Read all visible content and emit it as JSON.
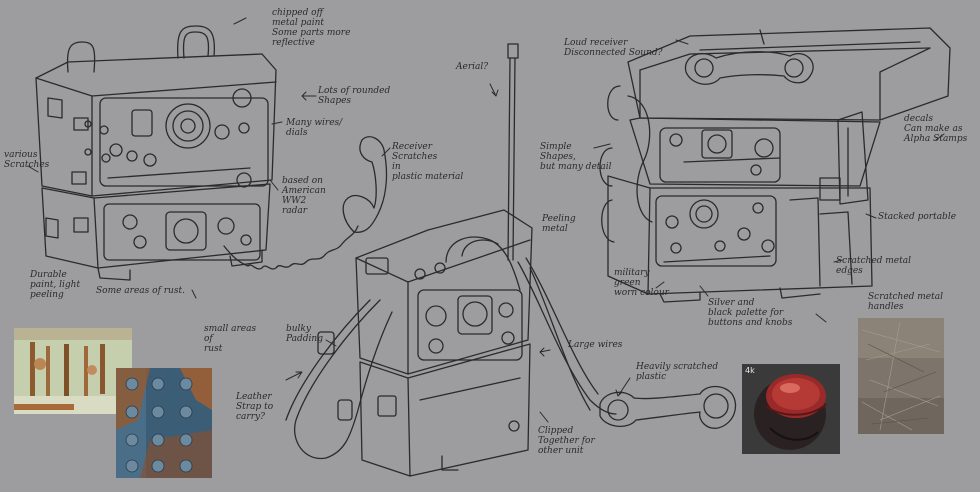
{
  "colors": {
    "background": "#9d9d9f",
    "ink": "#2b2b2d",
    "military_green": "#c9d2ae",
    "rust": "#a85a2a",
    "steel_blue": "#3d5f78",
    "leather_red": "#9a2a2a"
  },
  "notes": {
    "chipped": "chipped off\nmetal paint\nSome parts more\nreflective",
    "rounded": "Lots of rounded\nShapes",
    "wires": "Many wires/\ndials",
    "receiver": "Receiver\nScratches\nin\nplastic material",
    "american": "based on\nAmerican\nWW2\nradar",
    "antenna": "Aerial?",
    "scratches": "various\nScratches",
    "peeling": "Durable\npaint, light\npeeling",
    "rust_areas": "Some areas of rust.",
    "small_rust": "small areas\nof\nrust",
    "padding": "bulky\nPadding",
    "leather": "Leather\nStrap to\ncarry?",
    "large_wires": "Large wires",
    "heavy_plastic": "Heavily scratched\nplastic",
    "clipped": "Clipped\nTogether for\nother unit",
    "loud_receiver": "Loud receiver\nDisconnected Sound?",
    "simple_shapes": "Simple\nShapes,\nbut many detail",
    "decals": "decals\nCan make as\nAlpha Stamps",
    "peeling_metal": "Peeling\nmetal",
    "stacked": "Stacked portable",
    "scratched_edges": "Scratched metal\nedges",
    "mil_green": "military\ngreen\nworn colour",
    "silver_black": "Silver and\nblack palette for\nbuttons and knobs",
    "scratched_handles": "Scratched metal\nhandles"
  },
  "refs": {
    "badge_4k": "4k"
  }
}
